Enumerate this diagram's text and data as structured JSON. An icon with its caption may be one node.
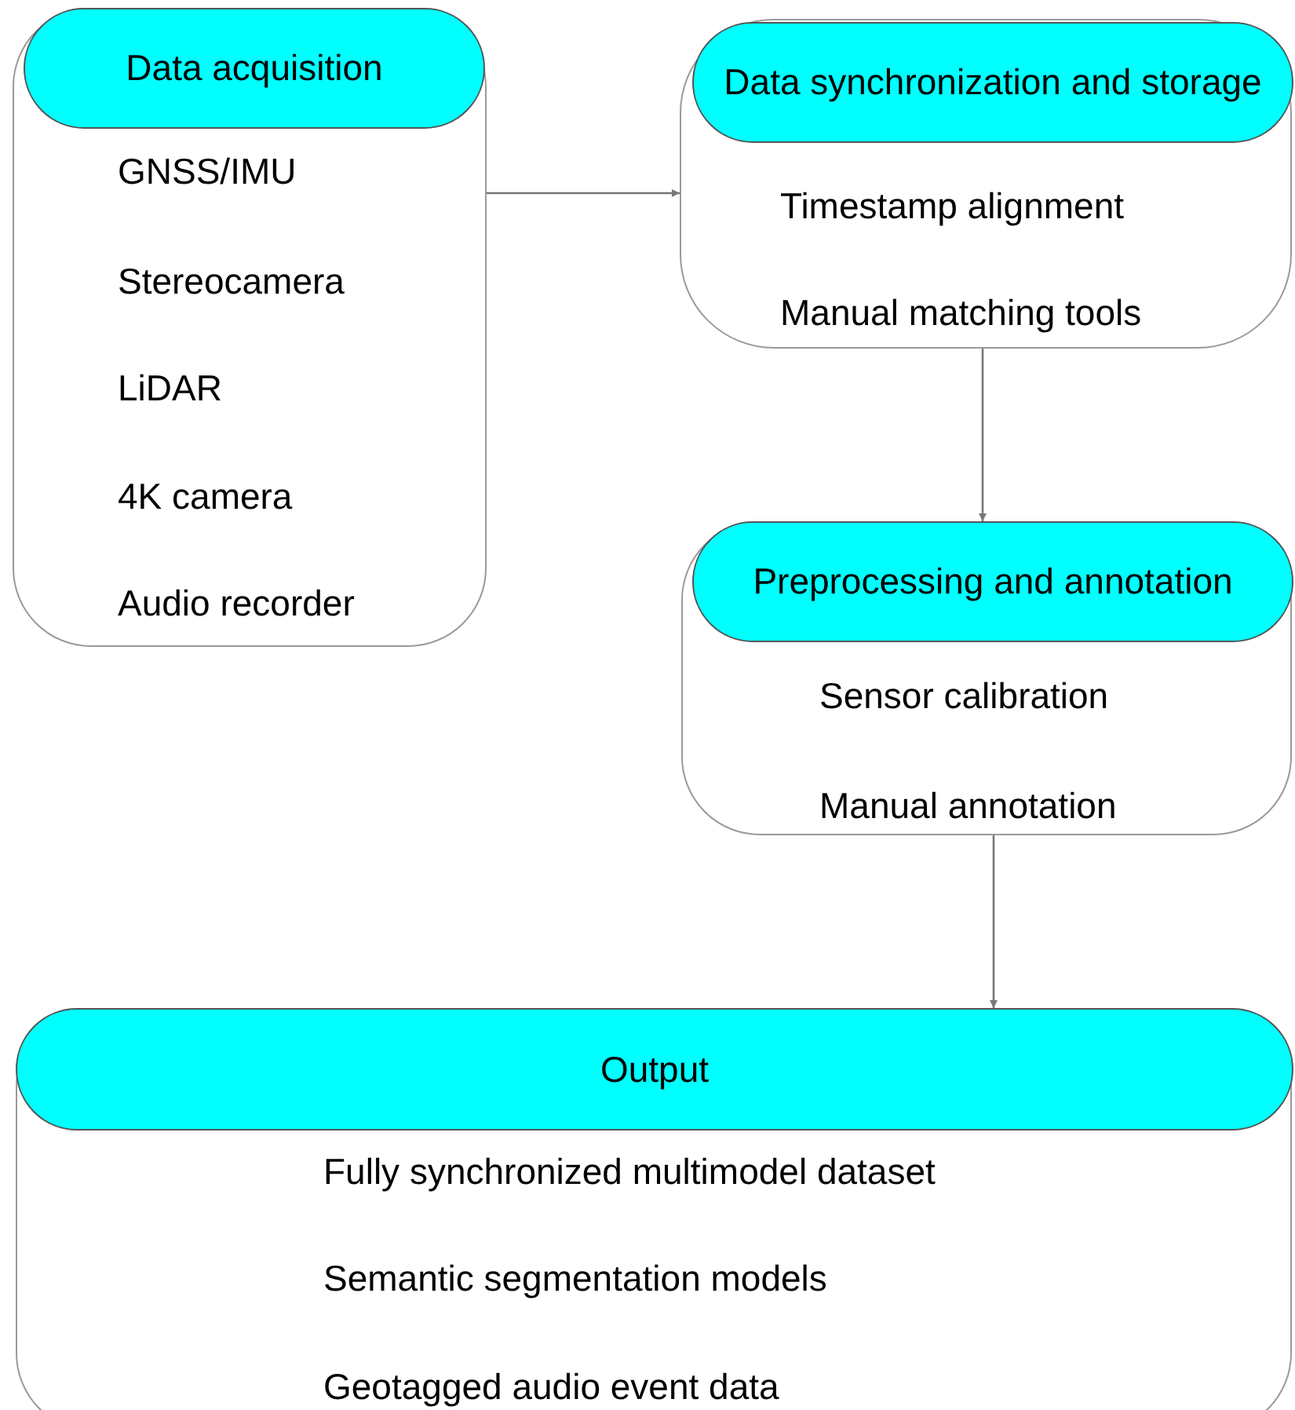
{
  "diagram": {
    "nodes": [
      {
        "text": [
          "GNSS/IMU",
          "Stereocamera",
          "LiDAR",
          "4K camera",
          "Audio recorder"
        ]
      },
      {
        "text": [
          "Data acquisition"
        ],
        "in": 0
      },
      {
        "text": [
          "Timestamp alignment",
          "Manual matching tools"
        ]
      },
      {
        "text": [
          "Data synchronization and storage"
        ],
        "in": 2
      },
      {
        "text": [
          "Sensor calibration",
          "Manual annotation"
        ]
      },
      {
        "text": [
          "Preprocessing and annotation"
        ],
        "in": 4
      },
      {
        "text": [
          "Fully synchronized multimodel dataset",
          "Semantic segmentation models",
          "Geotagged audio event data"
        ]
      },
      {
        "text": [
          "Output"
        ],
        "in": 6
      }
    ],
    "edges": [
      {
        "from": 0,
        "to": 2,
        "arrow": "to"
      },
      {
        "from": 2,
        "to": 4,
        "arrow": "to"
      },
      {
        "from": 4,
        "to": 6,
        "arrow": "to"
      }
    ]
  }
}
